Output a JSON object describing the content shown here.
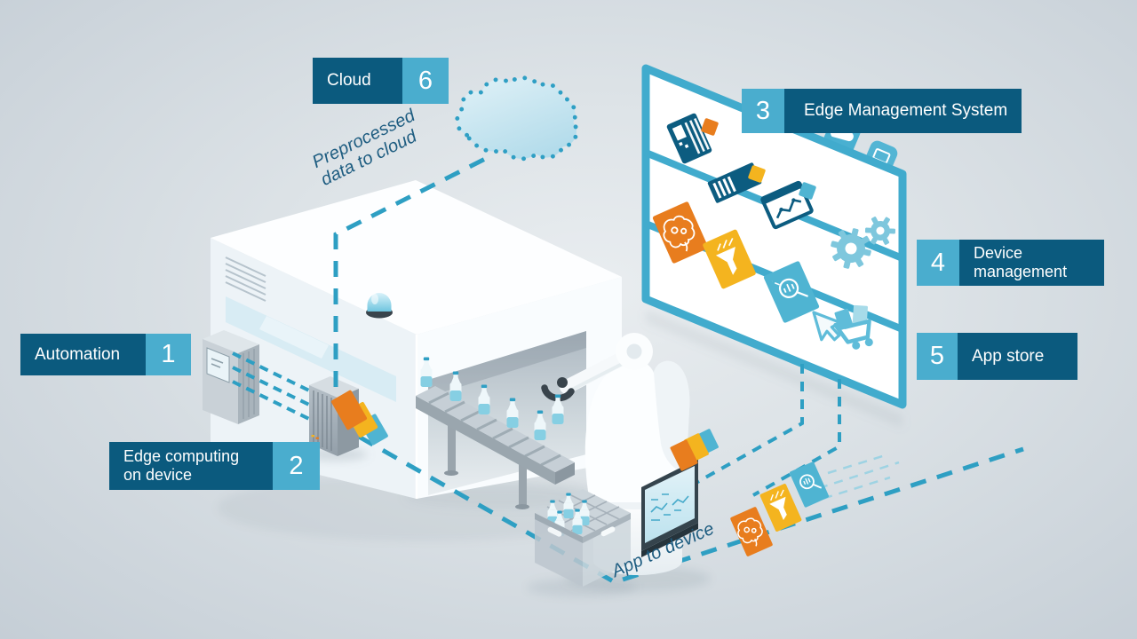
{
  "scene": {
    "title": "Industrial edge computing isometric diagram",
    "description": "Factory with edge device sending preprocessed data to cloud; edge management system delivers apps to device"
  },
  "labels": {
    "automation": {
      "number": "1",
      "text": "Automation"
    },
    "edge_computing": {
      "number": "2",
      "text": "Edge computing\non device"
    },
    "edge_management_system": {
      "number": "3",
      "text": "Edge Management System"
    },
    "device_management": {
      "number": "4",
      "text": "Device\nmanagement"
    },
    "app_store": {
      "number": "5",
      "text": "App store"
    },
    "cloud": {
      "number": "6",
      "text": "Cloud"
    }
  },
  "flow_annotations": {
    "preprocessed_to_cloud": "Preprocessed\ndata to cloud",
    "app_to_device": "App to device"
  },
  "colors": {
    "label_background": "#0b5a7e",
    "number_background": "#4aadce",
    "dashed_line": "#2e9fc3",
    "annotation_text": "#1d5c80",
    "accent_orange": "#e87d1e",
    "accent_yellow": "#f4b41f",
    "accent_teal": "#4fb4d2",
    "panel_border": "#41abcd",
    "icon_dark_blue": "#0c5c80",
    "icon_light_blue": "#7ec7dd",
    "background_center": "#e9edf0",
    "background_edge": "#c5ced6"
  },
  "icons": [
    "cloud-shape",
    "signal-beacon",
    "plc-controller",
    "edge-device",
    "factory-building",
    "conveyor-belt",
    "water-bottle",
    "robot-arm",
    "robot-gripper",
    "bottle-crate",
    "hmi-screen",
    "app-card-brain",
    "app-card-funnel",
    "app-card-analytics",
    "device-cabinet-icon",
    "device-rack-icon",
    "chart-window-icon",
    "gears-icon",
    "cursor-icon",
    "shopping-cart-icon",
    "cloud-tab-icon",
    "laptop-tab-icon"
  ]
}
